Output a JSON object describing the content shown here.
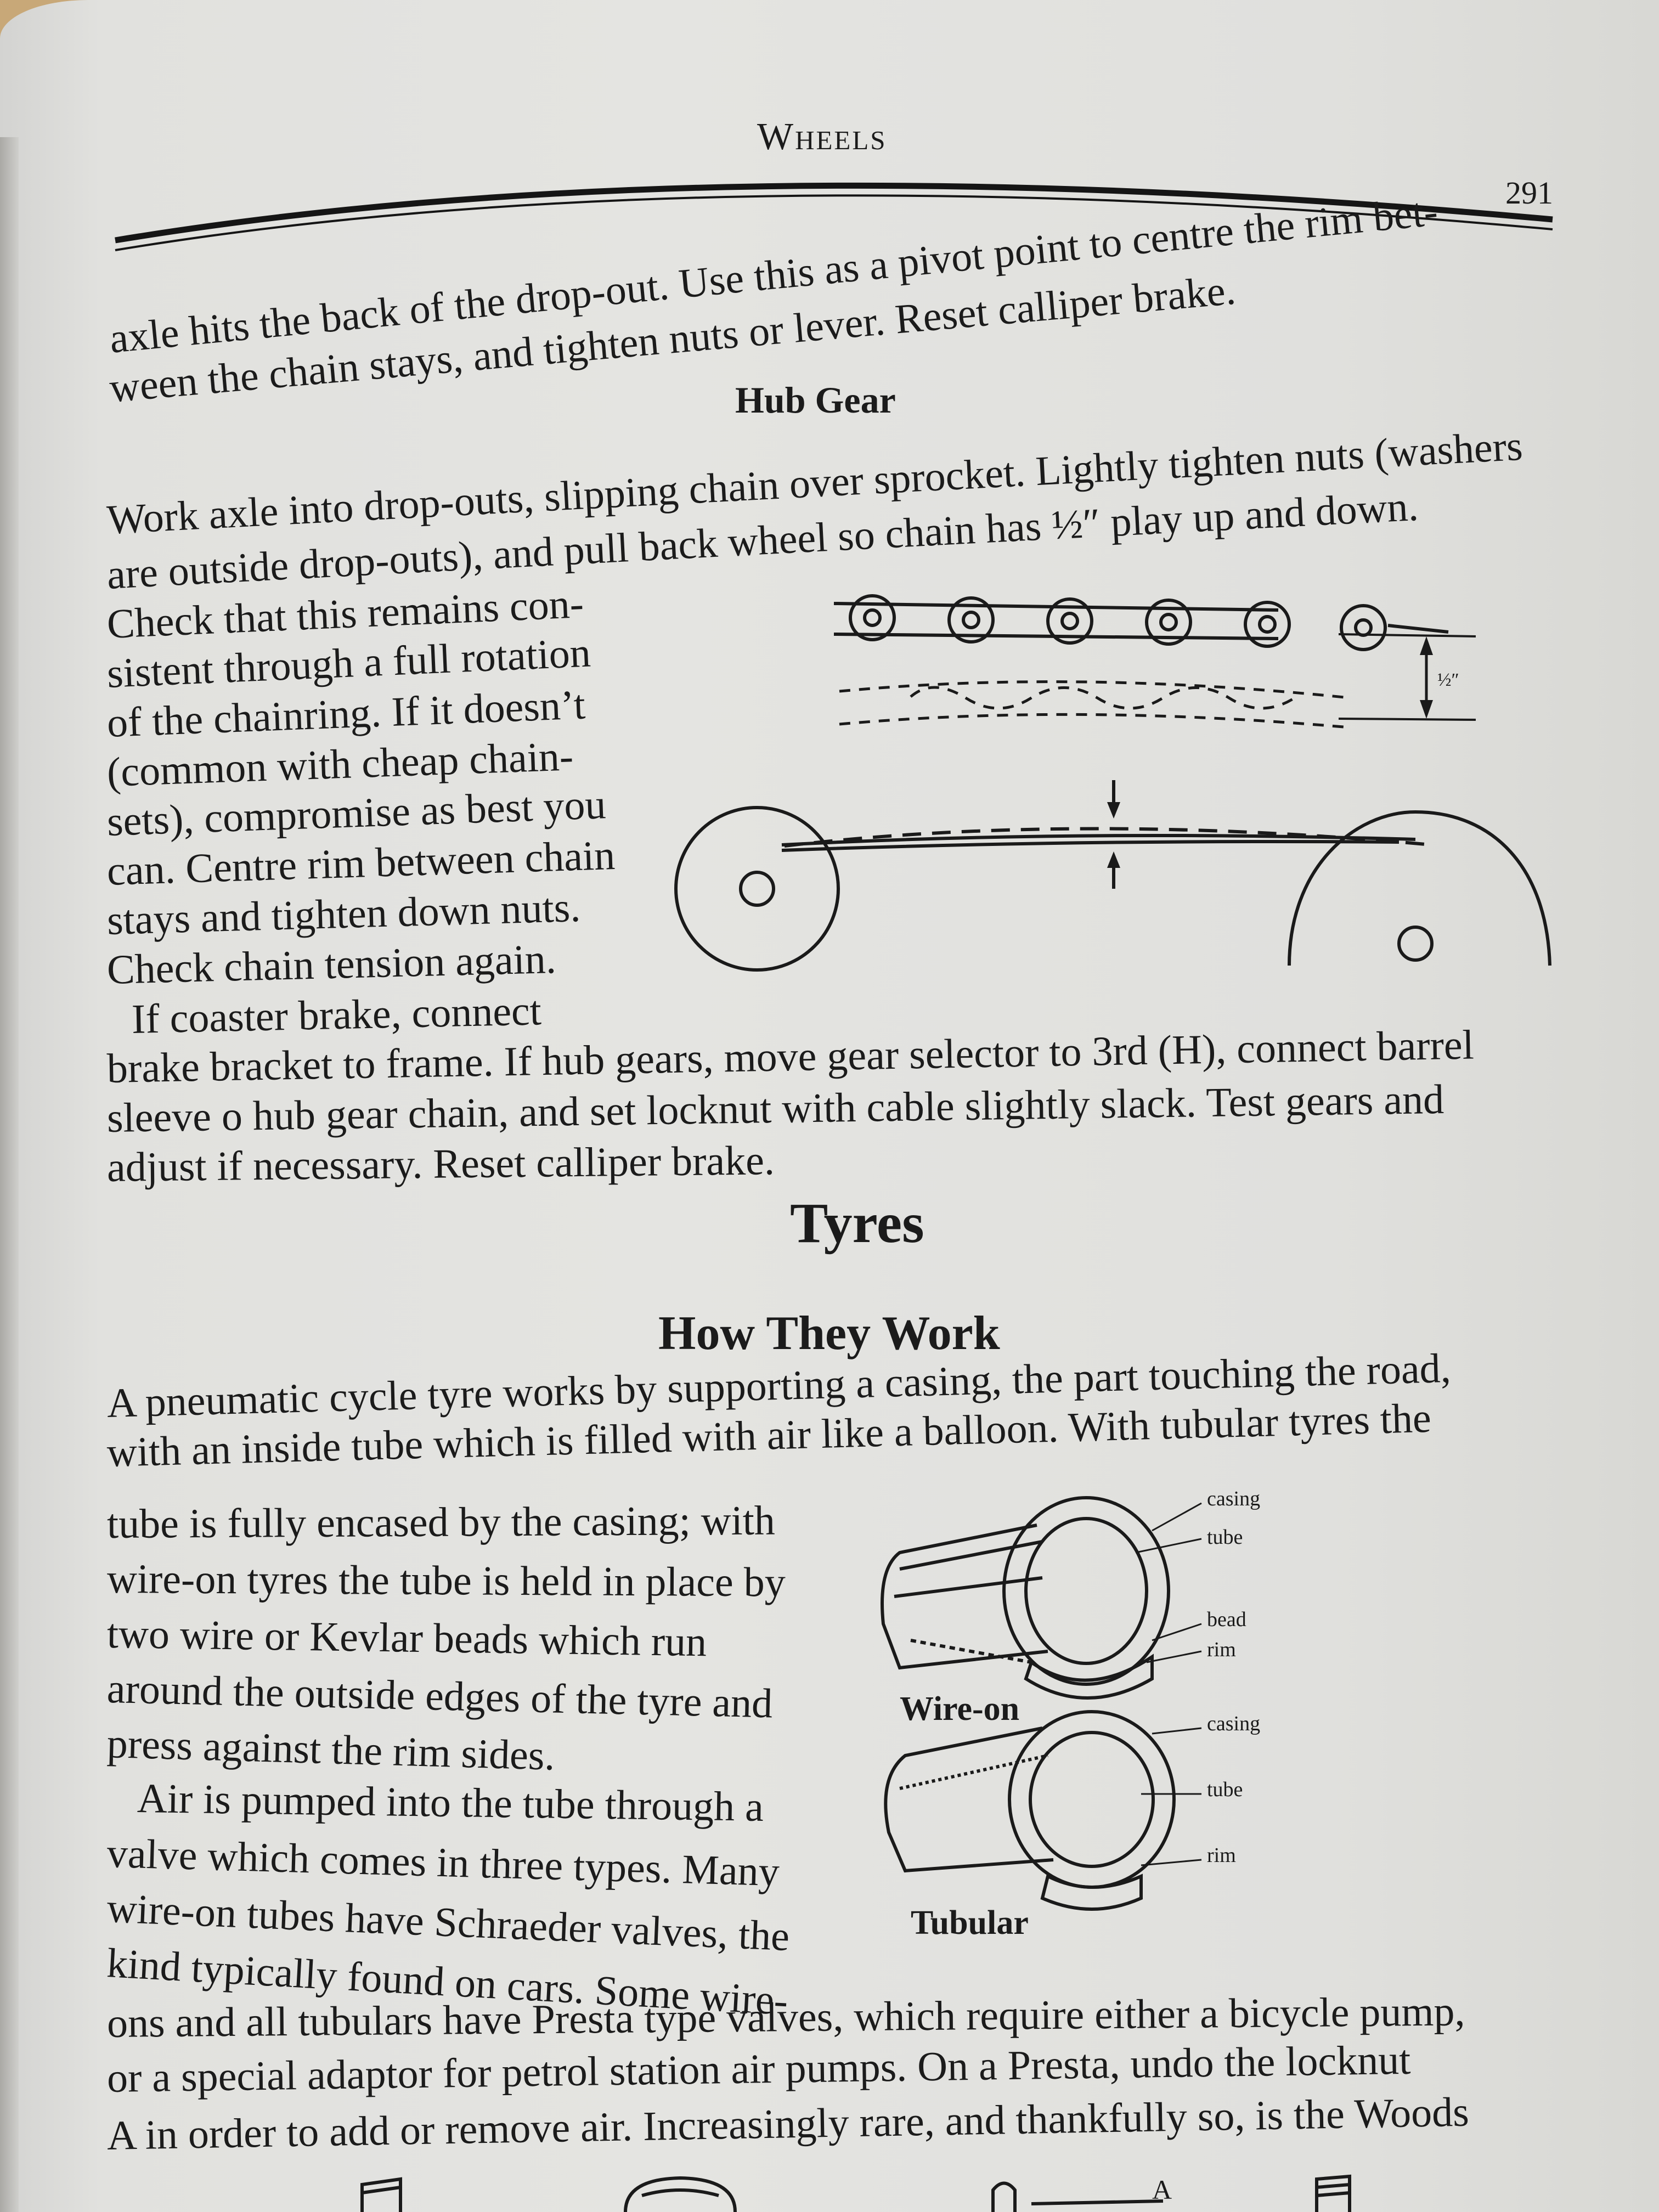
{
  "header": {
    "running_title": "Wheels",
    "page_number": "291"
  },
  "intro_lines": [
    "axle hits the back of the drop-out. Use this as a pivot point to centre the rim bet-",
    "ween the chain stays, and tighten nuts or lever. Reset calliper brake."
  ],
  "hub_gear": {
    "heading": "Hub Gear",
    "lines": [
      "Work axle into drop-outs, slipping chain over sprocket. Lightly tighten nuts (washers",
      "are outside drop-outs), and pull back wheel so chain has ½″ play up and down.",
      "Check that this remains con-",
      "sistent through a full rotation",
      "of the chainring. If it doesn’t",
      "(common with cheap chain-",
      "sets), compromise as best you",
      "can. Centre rim between chain",
      "stays and tighten down nuts.",
      "Check chain tension again.",
      "If coaster brake, connect",
      "brake bracket to frame. If hub gears, move gear selector to 3rd (H), connect barrel",
      "sleeve o hub gear chain, and set locknut with cable slightly slack. Test gears and",
      "adjust if necessary. Reset calliper brake."
    ],
    "figure": {
      "play_label": "½″"
    }
  },
  "tyres": {
    "heading": "Tyres",
    "subheading": "How They Work",
    "lines": [
      "A pneumatic cycle tyre works by supporting a casing, the part touching the road,",
      "with an inside tube which is filled with air like a balloon. With tubular tyres the",
      "tube is fully encased by the casing; with",
      "wire-on tyres the tube is held in place by",
      "two wire or Kevlar beads which run",
      "around the outside edges of the tyre and",
      "press against the rim sides.",
      "Air is pumped into the tube through a",
      "valve which comes in three types. Many",
      "wire-on tubes have Schraeder valves, the",
      "kind typically found on cars. Some wire-",
      "ons and all tubulars have Presta type valves, which require either a bicycle pump,",
      "or a special adaptor for petrol station air pumps. On a Presta, undo the locknut",
      "A in order to add or remove air. Increasingly rare, and thankfully so, is the Woods"
    ],
    "figure": {
      "wire_on_caption": "Wire-on",
      "tubular_caption": "Tubular",
      "wire_on_labels": [
        "casing",
        "tube",
        "bead",
        "rim"
      ],
      "tubular_labels": [
        "casing",
        "tube",
        "rim"
      ],
      "valve_label": "A"
    }
  }
}
